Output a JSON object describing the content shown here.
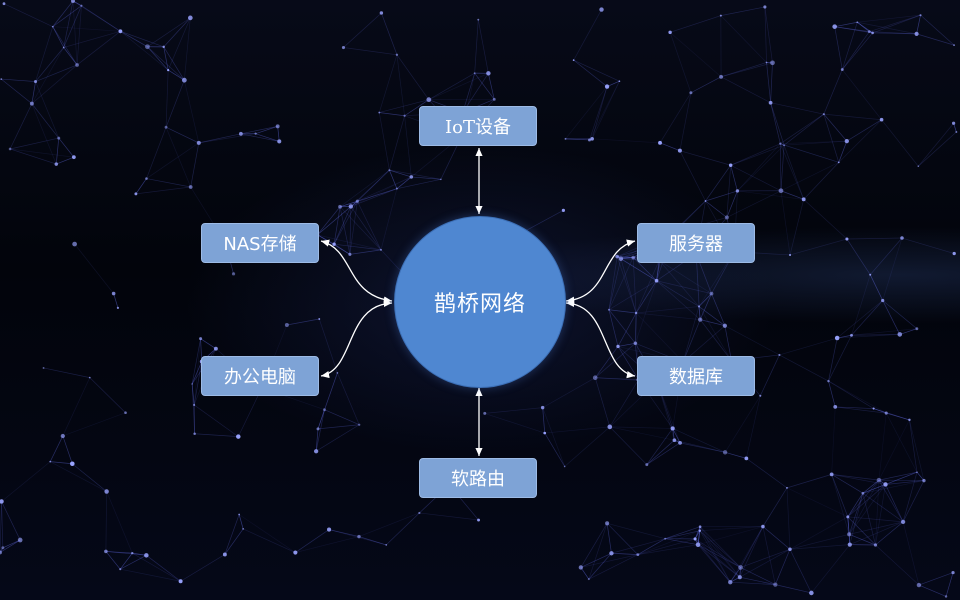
{
  "diagram": {
    "center": {
      "label": "鹊桥网络"
    },
    "nodes": {
      "iot": "IoT设备",
      "router": "软路由",
      "nas": "NAS存储",
      "pc": "办公电脑",
      "server": "服务器",
      "database": "数据库"
    }
  },
  "colors": {
    "center_fill": "#4f87d1",
    "node_fill": "#7ea3d6",
    "connector": "#ffffff",
    "background": "#03050d",
    "network_glow": "#6e78ff"
  }
}
